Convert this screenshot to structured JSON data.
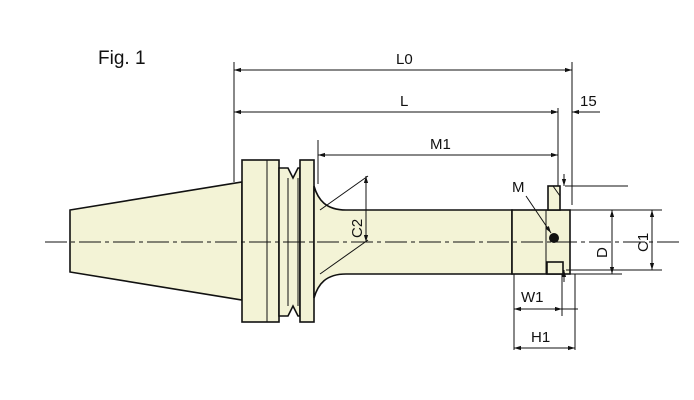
{
  "figure": {
    "caption": "Fig. 1"
  },
  "dimensions": {
    "L0": "L0",
    "L": "L",
    "L_offset": "15",
    "M1": "M1",
    "M": "M",
    "C2": "C2",
    "D": "D",
    "C1": "C1",
    "W1": "W1",
    "H1": "H1"
  },
  "colors": {
    "body_fill": "#f3f3d6",
    "line": "#111111"
  }
}
